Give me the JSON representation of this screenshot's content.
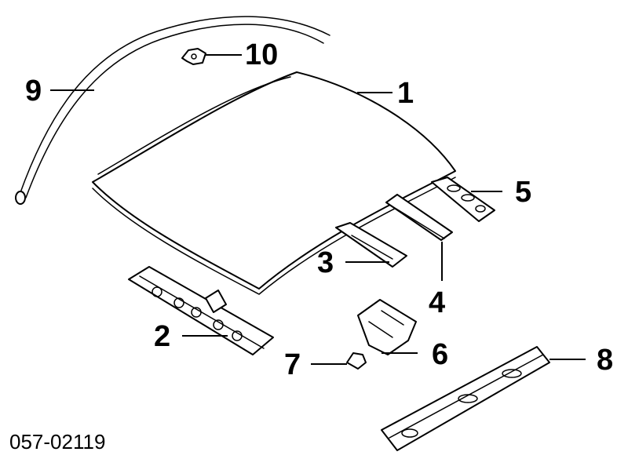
{
  "diagram": {
    "code": "057-02119",
    "callouts": [
      "1",
      "2",
      "3",
      "4",
      "5",
      "6",
      "7",
      "8",
      "9",
      "10"
    ]
  }
}
